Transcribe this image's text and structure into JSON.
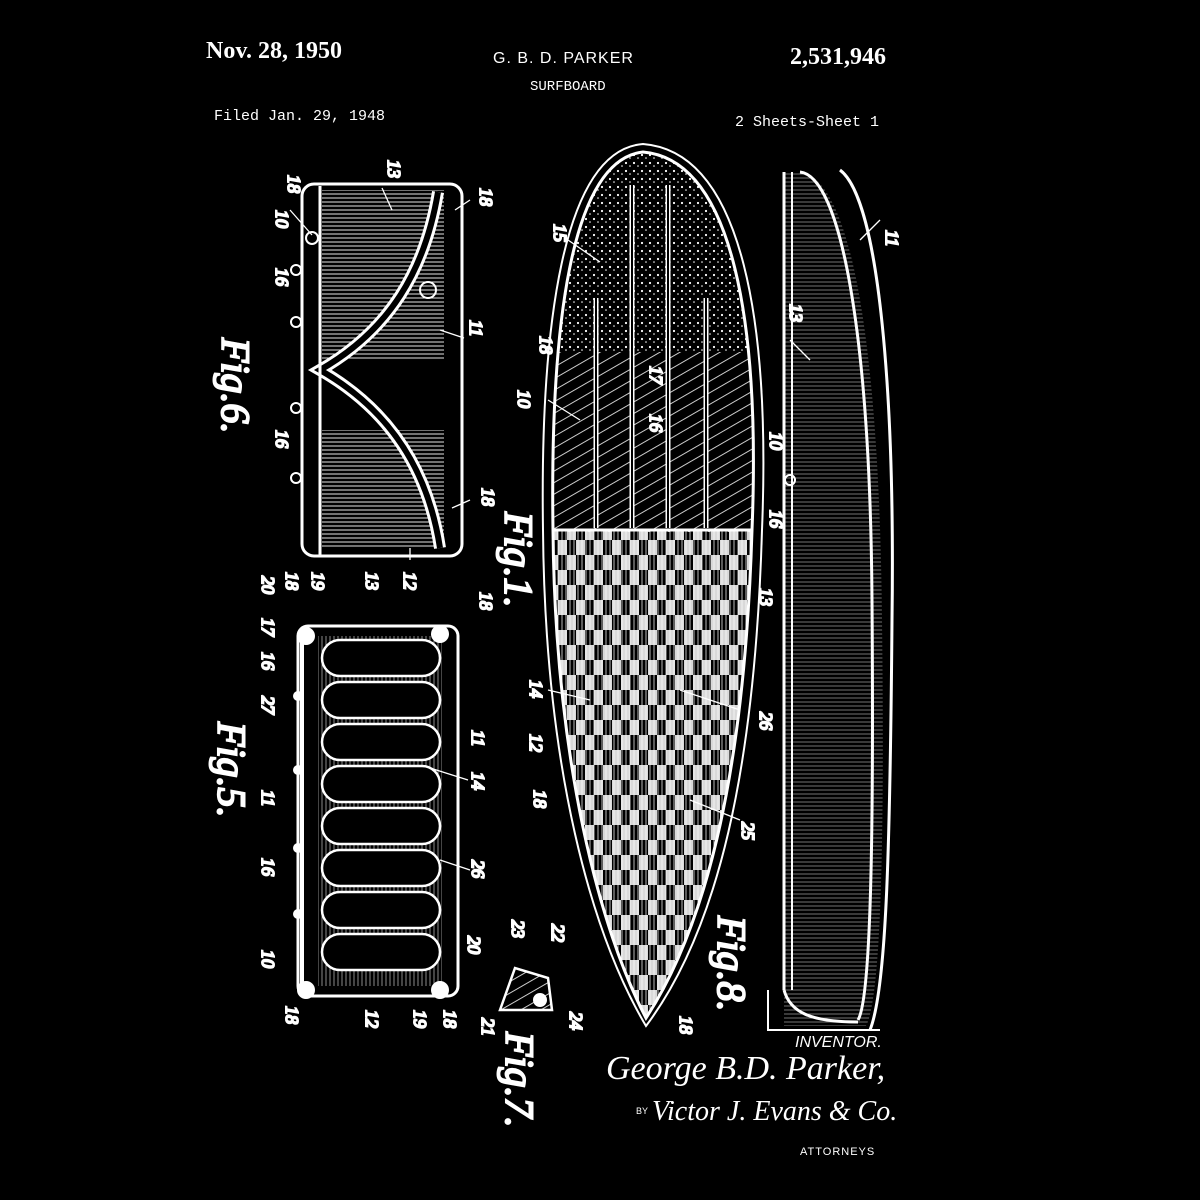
{
  "header": {
    "date": "Nov. 28, 1950",
    "inventor": "G. B. D. PARKER",
    "patent_number": "2,531,946",
    "title": "SURFBOARD",
    "filed": "Filed Jan. 29, 1948",
    "sheets": "2 Sheets-Sheet 1"
  },
  "figures": {
    "fig6": "Fig.6.",
    "fig5": "Fig.5.",
    "fig1": "Fig.1.",
    "fig7": "Fig.7.",
    "fig8": "Fig.8."
  },
  "ref_labels": {
    "fig6": [
      "18",
      "10",
      "16",
      "16",
      "13",
      "18",
      "11",
      "18",
      "12"
    ],
    "fig5": [
      "20",
      "18",
      "19",
      "17",
      "16",
      "27",
      "11",
      "16",
      "10",
      "18",
      "13",
      "18",
      "11",
      "14",
      "26",
      "20",
      "18",
      "19",
      "12"
    ],
    "fig7": [
      "23",
      "22",
      "21",
      "24"
    ],
    "fig1": [
      "15",
      "18",
      "10",
      "16",
      "17",
      "14",
      "12",
      "18",
      "13",
      "26",
      "25",
      "18"
    ],
    "fig8": [
      "13",
      "10",
      "16",
      "11"
    ]
  },
  "signature": {
    "inventor_label": "INVENTOR.",
    "inventor_name": "George B.D. Parker,",
    "by": "BY",
    "attorney_name": "Victor J. Evans & Co.",
    "attorneys_label": "ATTORNEYS"
  },
  "colors": {
    "background": "#000000",
    "ink": "#ffffff"
  }
}
